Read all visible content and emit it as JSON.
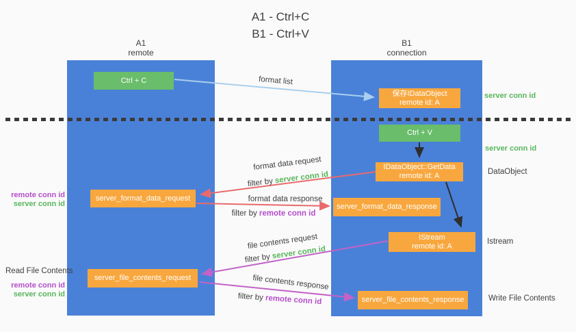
{
  "title": {
    "line1": "A1 - Ctrl+C",
    "line2": "B1 - Ctrl+V"
  },
  "lanes": {
    "left": {
      "name": "A1",
      "role": "remote"
    },
    "right": {
      "name": "B1",
      "role": "connection"
    }
  },
  "nodes": {
    "ctrl_c": "Ctrl + C",
    "save_idataobject": {
      "line1": "保存IDataObject",
      "line2": "remote id: A"
    },
    "ctrl_v": "Ctrl + V",
    "getdata": {
      "line1": "IDataObject::GetData",
      "line2": "remote id: A"
    },
    "format_request": "server_format_data_request",
    "format_response": "server_format_data_response",
    "istream": {
      "line1": "IStream",
      "line2": "remote id: A"
    },
    "file_request": "server_file_contents_request",
    "file_response": "server_file_contents_response"
  },
  "annotations": {
    "server_conn_id_top": "server conn id",
    "server_conn_id_mid": "server conn id",
    "dataobject": "DataObject",
    "istream": "Istream",
    "write_file_contents": "Write File Contents",
    "read_file_contents": "Read File Contents",
    "remote_conn_id_top": "remote conn id",
    "server_conn_id_left_top": "server conn id",
    "remote_conn_id_bottom": "remote conn id",
    "server_conn_id_left_bottom": "server conn id"
  },
  "arrow_labels": {
    "format_list": "format list",
    "format_data_request": "format data request",
    "format_data_response": "format data response",
    "file_contents_request": "file contents request",
    "file_contents_response": "file contents response",
    "filter_by": "filter by ",
    "server_conn_id": "server conn id",
    "remote_conn_id": "remote conn id"
  },
  "colors": {
    "lane_blue": "#4a81d8",
    "node_green": "#69bd6b",
    "node_orange": "#f8a73e",
    "arrow_light_blue": "#a9cfee",
    "arrow_salmon": "#e96a6c",
    "arrow_magenta": "#c362c8",
    "arrow_black": "#2e2e2e",
    "label_green": "#58b65c",
    "label_purple": "#b44ecb",
    "text_dark": "#3e3e3e",
    "background": "#fafafa"
  }
}
